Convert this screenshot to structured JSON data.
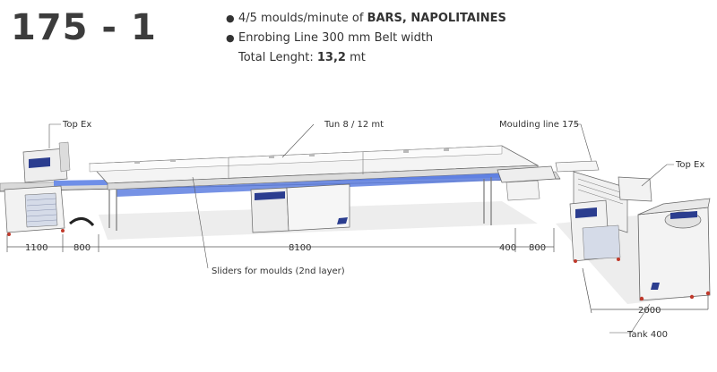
{
  "title": "175 - 1",
  "specs": {
    "line1_prefix": "4/5 moulds/minute of ",
    "line1_bold": "BARS, NAPOLITAINES",
    "line2": "Enrobing Line 300 mm Belt width",
    "line3_prefix": "Total Lenght: ",
    "line3_bold": "13,2",
    "line3_suffix": " mt"
  },
  "labels": {
    "top_ex_left": "Top Ex",
    "tunnel": "Tun 8 / 12 mt",
    "moulding_line": "Moulding line 175",
    "top_ex_right": "Top Ex",
    "sliders": "Sliders for moulds  (2nd layer)",
    "tank": "Tank 400"
  },
  "dimensions": {
    "d1100": "1100",
    "d800a": "800",
    "d8100": "8100",
    "d400": "400",
    "d800b": "800",
    "d2000": "2000"
  },
  "colors": {
    "accent_blue": "#2b3d8f",
    "belt_blue": "#6f8fe8",
    "machine_grey": "#e6e6e6"
  }
}
